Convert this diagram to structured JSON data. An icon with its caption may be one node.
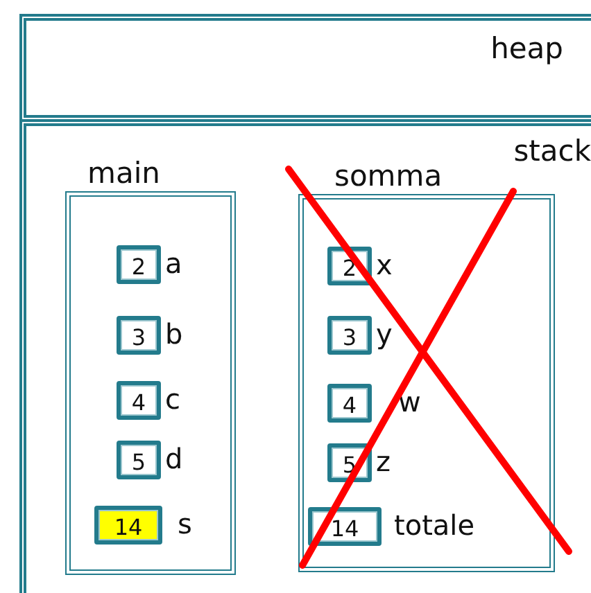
{
  "diagram": {
    "nodes": [
      {
        "text": [
          "heap"
        ]
      },
      {
        "text": [
          "stack"
        ]
      },
      {
        "text": [
          "main"
        ],
        "in": 1
      },
      {
        "text": [
          "2"
        ],
        "beside": [
          "a"
        ],
        "in": 2
      },
      {
        "text": [
          "3"
        ],
        "beside": [
          "b"
        ],
        "in": 2
      },
      {
        "text": [
          "4"
        ],
        "beside": [
          "c"
        ],
        "in": 2
      },
      {
        "text": [
          "5"
        ],
        "beside": [
          "d"
        ],
        "in": 2
      },
      {
        "text": [
          "14"
        ],
        "beside": [
          "s"
        ],
        "in": 2
      },
      {
        "text": [
          "somma"
        ],
        "in": 1
      },
      {
        "text": [
          "2"
        ],
        "beside": [
          "x"
        ],
        "in": 8
      },
      {
        "text": [
          "3"
        ],
        "beside": [
          "y"
        ],
        "in": 8
      },
      {
        "text": [
          "4"
        ],
        "beside": [
          "w"
        ],
        "in": 8
      },
      {
        "text": [
          "5"
        ],
        "beside": [
          "z"
        ],
        "in": 8
      },
      {
        "text": [
          "14"
        ],
        "beside": [
          "totale"
        ],
        "in": 8
      }
    ]
  }
}
